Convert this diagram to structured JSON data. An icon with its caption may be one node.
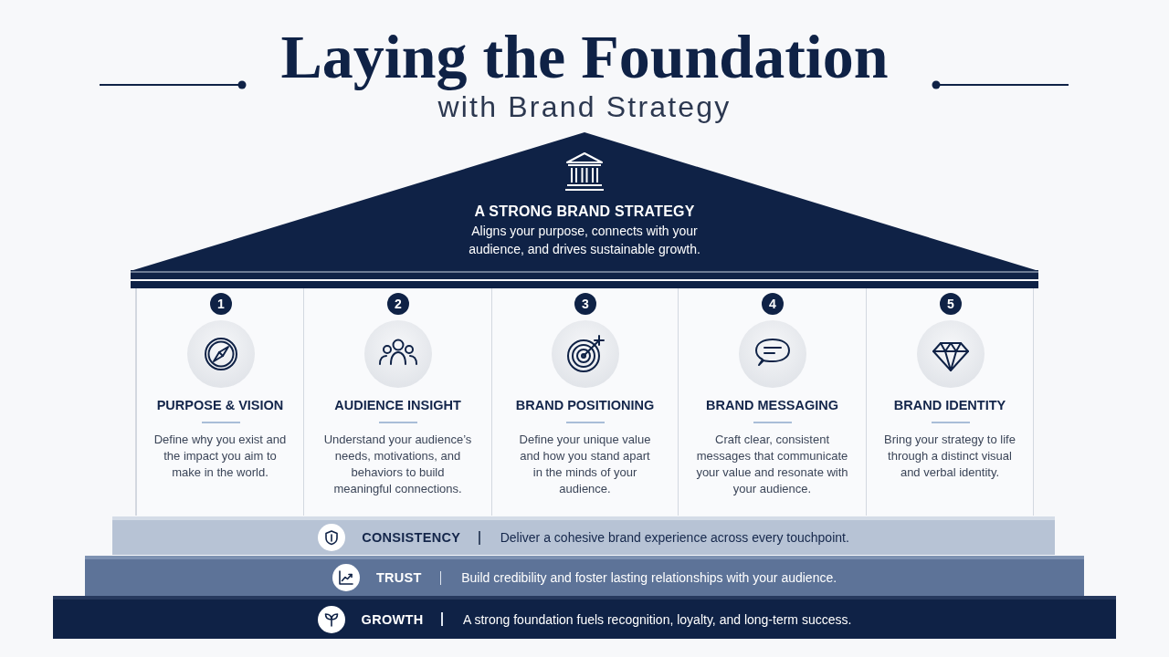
{
  "diagram": {
    "title": "Laying the Foundation",
    "nodes": [
      {
        "text": [
          "A STRONG BRAND STRATEGY",
          "Aligns your purpose, connects with your audience, and drives sustainable growth."
        ]
      },
      {
        "text": [
          "1",
          "PURPOSE & VISION",
          "Define why you exist and the impact you aim to make in the world."
        ]
      },
      {
        "text": [
          "2",
          "AUDIENCE INSIGHT",
          "Understand your audience’s needs, motivations, and behaviors to build meaningful connections."
        ]
      },
      {
        "text": [
          "3",
          "BRAND POSITIONING",
          "Define your unique value and how you stand apart in the minds of your audience."
        ]
      },
      {
        "text": [
          "4",
          "BRAND MESSAGING",
          "Craft clear, consistent messages that communicate your value and resonate with your audience."
        ]
      },
      {
        "text": [
          "5",
          "BRAND IDENTITY",
          "Bring your strategy to life through a distinct visual and verbal identity."
        ]
      },
      {
        "text": [
          "CONSISTENCY",
          "Deliver a cohesive brand experience across every touchpoint."
        ]
      },
      {
        "text": [
          "TRUST",
          "Build credibility and foster lasting relationships with your audience."
        ]
      },
      {
        "text": [
          "GROWTH",
          "A strong foundation fuels recognition, loyalty, and long-term success."
        ]
      }
    ],
    "labels": [
      "with Brand Strategy"
    ]
  }
}
